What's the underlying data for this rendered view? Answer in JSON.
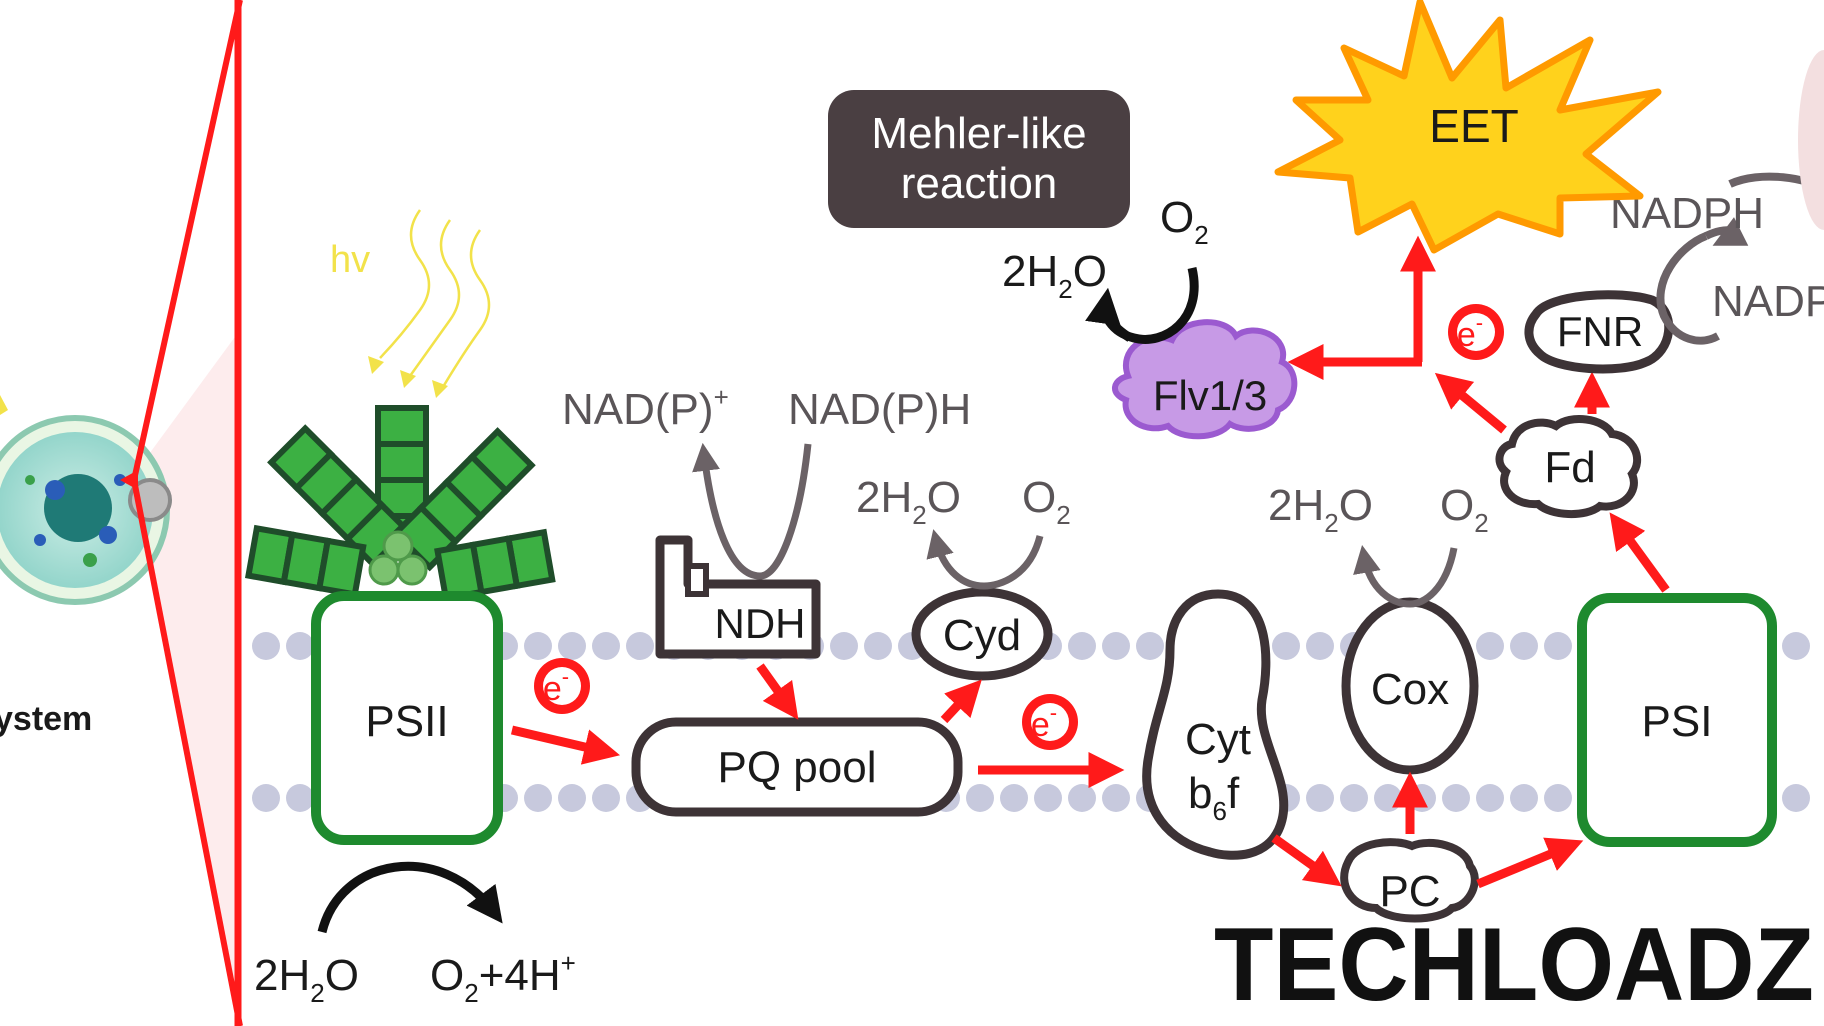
{
  "left_panel": {
    "label": "ystem"
  },
  "light": {
    "label": "hv"
  },
  "psii": {
    "label": "PSII",
    "water_in": "2H",
    "water_sub": "2",
    "water_tail": "O",
    "products": "O",
    "products_sub": "2",
    "products_tail": "+4H",
    "products_sup": "+"
  },
  "electron": {
    "label": "e",
    "sup": "-"
  },
  "pq_pool": {
    "label": "PQ pool"
  },
  "ndh": {
    "label": "NDH",
    "oxidized": "NAD(P)",
    "oxidized_sup": "+",
    "reduced": "NAD(P)H"
  },
  "cyd": {
    "label": "Cyd",
    "water": "2H",
    "water_sub": "2",
    "water_tail": "O",
    "oxygen": "O",
    "oxygen_sub": "2"
  },
  "cytb6f": {
    "line1": "Cyt",
    "line2": "b",
    "line2_sub": "6",
    "line2_tail": "f"
  },
  "cox": {
    "label": "Cox",
    "water": "2H",
    "water_sub": "2",
    "water_tail": "O",
    "oxygen": "O",
    "oxygen_sub": "2"
  },
  "pc": {
    "label": "PC"
  },
  "psi": {
    "label": "PSI"
  },
  "fd": {
    "label": "Fd"
  },
  "fnr": {
    "label": "FNR",
    "nadph": "NADPH",
    "nadp": "NADP"
  },
  "eet": {
    "label": "EET"
  },
  "flv": {
    "label": "Flv1/3",
    "water": "2H",
    "water_sub": "2",
    "water_tail": "O",
    "oxygen": "O",
    "oxygen_sub": "2"
  },
  "mehler": {
    "line1": "Mehler-like",
    "line2": "reaction"
  },
  "watermark": {
    "text": "TECHLOADZ"
  },
  "colors": {
    "arrow_red": "#ff1a1a",
    "psii_green": "#1e8a2e",
    "antenna_green": "#3cb043",
    "membrane_dot": "#c7c9dd",
    "protein_stroke": "#3d3336",
    "text_dark": "#1a1a1a",
    "text_gray": "#5a5558",
    "mehler_fill": "#4a3f42",
    "eet_fill": "#ffd21c",
    "eet_stroke": "#ff9a00",
    "flv_fill": "#c79ae6",
    "flv_stroke": "#9b5ad0",
    "hv_yellow": "#f2e24a"
  }
}
